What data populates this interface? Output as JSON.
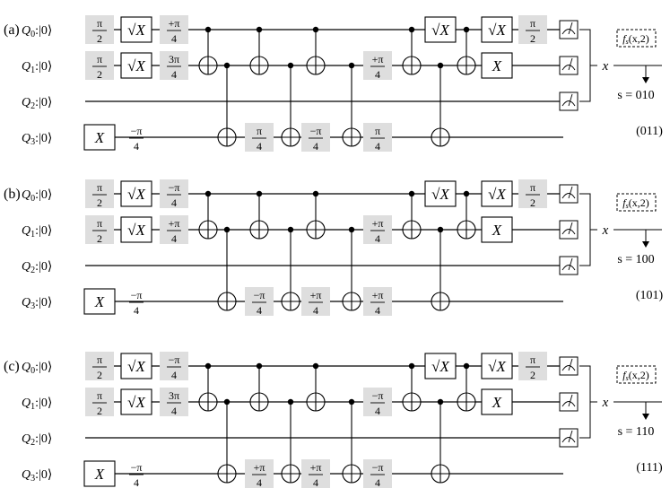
{
  "panels": [
    {
      "label": "(a)",
      "phases": [
        [
          "π",
          "2"
        ],
        [
          "π",
          "2"
        ],
        null,
        null
      ],
      "after_sqrt": [
        [
          "+π",
          "4"
        ],
        [
          "3π",
          "4"
        ],
        null,
        null
      ],
      "q3_phase": [
        "−π",
        "4"
      ],
      "between": {
        "q3_a": [
          "π",
          "4"
        ],
        "q3_b": [
          "−π",
          "4"
        ],
        "q1": [
          "+π",
          "4"
        ],
        "q3_c": [
          "π",
          "4"
        ]
      },
      "final_phase": [
        "π",
        "2"
      ],
      "x_out": "x",
      "oracle": "f",
      "oracle_sub": "s",
      "oracle_args": "(x,2)",
      "s_label": "s = 010",
      "s_alt": "(011)"
    },
    {
      "label": "(b)",
      "phases": [
        [
          "π",
          "2"
        ],
        [
          "π",
          "2"
        ],
        null,
        null
      ],
      "after_sqrt": [
        [
          "−π",
          "4"
        ],
        [
          "+π",
          "4"
        ],
        null,
        null
      ],
      "q3_phase": [
        "−π",
        "4"
      ],
      "between": {
        "q3_a": [
          "−π",
          "4"
        ],
        "q3_b": [
          "+π",
          "4"
        ],
        "q1": [
          "+π",
          "4"
        ],
        "q3_c": [
          "+π",
          "4"
        ]
      },
      "final_phase": [
        "π",
        "2"
      ],
      "x_out": "x",
      "oracle": "f",
      "oracle_sub": "s",
      "oracle_args": "(x,2)",
      "s_label": "s = 100",
      "s_alt": "(101)"
    },
    {
      "label": "(c)",
      "phases": [
        [
          "π",
          "2"
        ],
        [
          "π",
          "2"
        ],
        null,
        null
      ],
      "after_sqrt": [
        [
          "−π",
          "4"
        ],
        [
          "3π",
          "4"
        ],
        null,
        null
      ],
      "q3_phase": [
        "−π",
        "4"
      ],
      "between": {
        "q3_a": [
          "+π",
          "4"
        ],
        "q3_b": [
          "+π",
          "4"
        ],
        "q1": [
          "−π",
          "4"
        ],
        "q3_c": [
          "−π",
          "4"
        ]
      },
      "final_phase": [
        "π",
        "2"
      ],
      "x_out": "x",
      "oracle": "f",
      "oracle_sub": "s",
      "oracle_args": "(x,2)",
      "s_label": "s = 110",
      "s_alt": "(111)"
    }
  ],
  "qubits": [
    "Q",
    "Q",
    "Q",
    "Q"
  ],
  "qubit_idx": [
    "0",
    "1",
    "2",
    "3"
  ],
  "ket": ":|0⟩",
  "sqrt_x": "√X",
  "x_gate": "X"
}
